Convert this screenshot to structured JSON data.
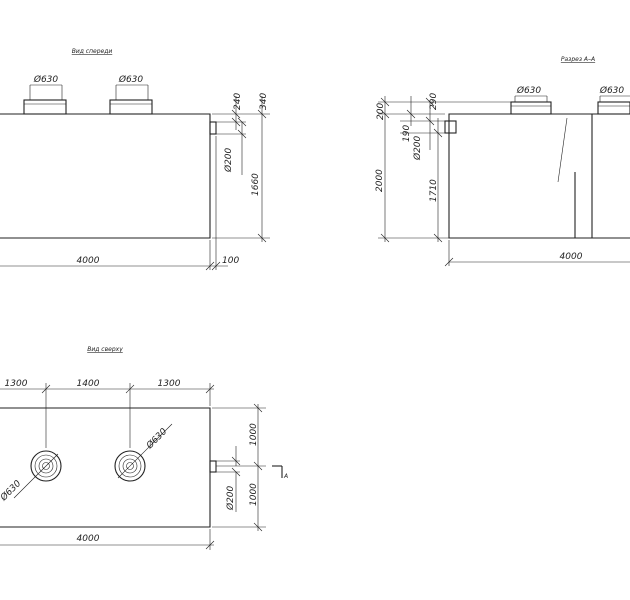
{
  "views": {
    "front": {
      "title": "Вид спереди",
      "pipe_left": "Ø630",
      "pipe_right": "Ø630",
      "dim_240": "240",
      "dim_340": "340",
      "dim_d200": "Ø200",
      "dim_1660": "1660",
      "dim_4000": "4000",
      "dim_100": "100"
    },
    "section": {
      "title": "Разрез А–А",
      "pipe_left": "Ø630",
      "pipe_right": "Ø630",
      "dim_200": "200",
      "dim_290": "290",
      "dim_190": "190",
      "dim_d200": "Ø200",
      "dim_2000": "2000",
      "dim_1710": "1710",
      "dim_4000": "4000"
    },
    "top": {
      "title": "Вид сверху",
      "dim_1300_left": "1300",
      "dim_1400": "1400",
      "dim_1300_right": "1300",
      "dim_d630_right": "Ø630",
      "dim_d630_left": "Ø630",
      "dim_1000_upper": "1000",
      "dim_1000_lower": "1000",
      "dim_d200": "Ø200",
      "dim_4000": "4000",
      "section_mark": "А"
    }
  },
  "colors": {
    "line": "#222222",
    "background": "#ffffff"
  }
}
